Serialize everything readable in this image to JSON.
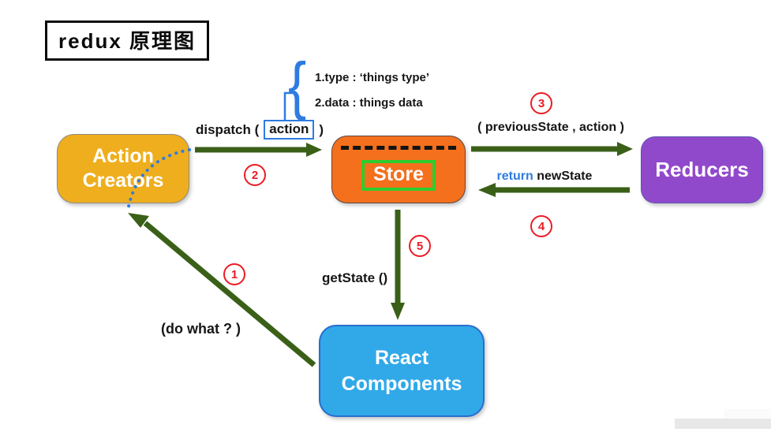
{
  "title": "redux 原理图",
  "annotation": {
    "brace": "{",
    "line1": "1.type : ‘things type’",
    "line2": "2.data :  things data"
  },
  "labels": {
    "dispatch_prefix": "dispatch (",
    "dispatch_action": "action",
    "dispatch_suffix": ")",
    "previous_state": "( previousState , action )",
    "return_keyword": "return",
    "return_value": " newState",
    "get_state": "getState ()",
    "do_what": "(do what ? )"
  },
  "steps": [
    "1",
    "2",
    "3",
    "4",
    "5"
  ],
  "nodes": {
    "action_creators": {
      "label": "Action\nCreators",
      "color": "#EFAE1D"
    },
    "store": {
      "label": "Store",
      "color": "#F4701C"
    },
    "reducers": {
      "label": "Reducers",
      "color": "#9149CC"
    },
    "react_components": {
      "label": "React\nComponents",
      "color": "#31A9E9"
    }
  },
  "colors": {
    "arrow_green": "#3A6018",
    "accent_blue": "#2E7CE0",
    "step_red": "#EC1C24",
    "store_label_border": "#2ECC2E",
    "title_black": "#0B0B0B"
  }
}
